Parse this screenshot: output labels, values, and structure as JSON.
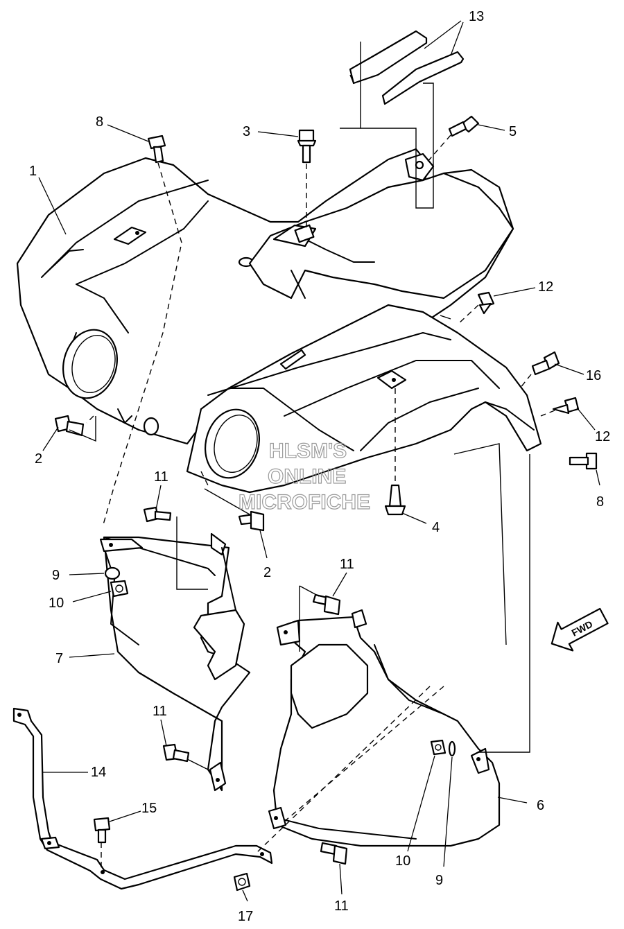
{
  "callouts": {
    "c1": "1",
    "c2a": "2",
    "c2b": "2",
    "c3": "3",
    "c4": "4",
    "c5": "5",
    "c6": "6",
    "c7": "7",
    "c8a": "8",
    "c8b": "8",
    "c9a": "9",
    "c9b": "9",
    "c10a": "10",
    "c10b": "10",
    "c11a": "11",
    "c11b": "11",
    "c11c": "11",
    "c11d": "11",
    "c12a": "12",
    "c12b": "12",
    "c13": "13",
    "c14": "14",
    "c15": "15",
    "c16": "16",
    "c17": "17"
  },
  "watermark": {
    "line1": "HLSM'S",
    "line2": "ONLINE",
    "line3": "MICROFICHE",
    "color": "#9a9a9a"
  },
  "direction_label": "FWD"
}
